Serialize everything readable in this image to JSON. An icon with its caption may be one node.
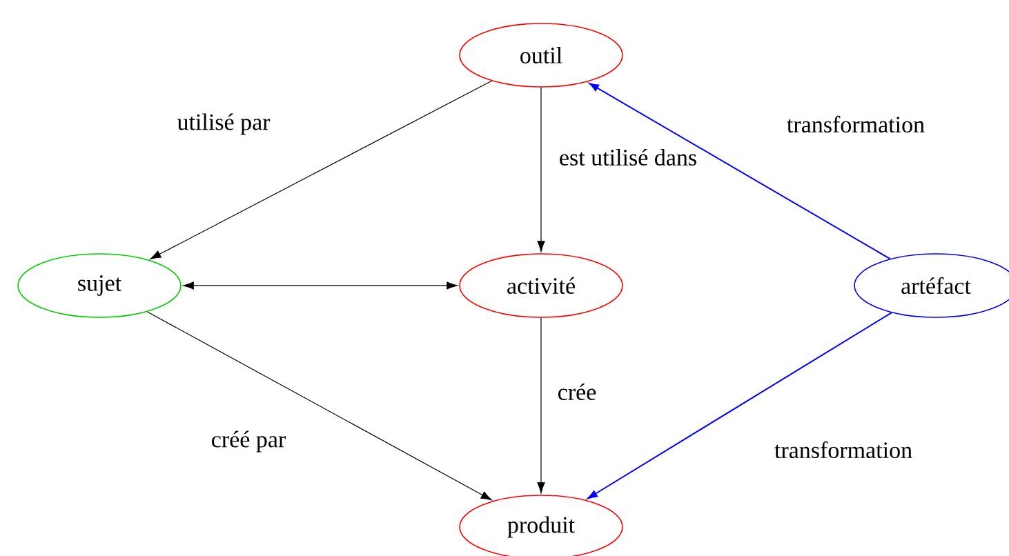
{
  "diagram": {
    "nodes": [
      {
        "text": [
          "outil"
        ]
      },
      {
        "text": [
          "sujet"
        ]
      },
      {
        "text": [
          "activité"
        ]
      },
      {
        "text": [
          "artéfact"
        ]
      },
      {
        "text": [
          "produit"
        ]
      }
    ],
    "edges": [
      {
        "from": 0,
        "to": 1,
        "arrow": "to",
        "label": "utilisé par"
      },
      {
        "from": 0,
        "to": 2,
        "arrow": "to",
        "label": "est utilisé dans"
      },
      {
        "from": 1,
        "to": 2,
        "arrow": "both"
      },
      {
        "from": 1,
        "to": 4,
        "arrow": "to",
        "label": "créé par"
      },
      {
        "from": 2,
        "to": 4,
        "arrow": "to",
        "label": "crée"
      },
      {
        "from": 3,
        "to": 0,
        "arrow": "to",
        "label": "transformation",
        "color": "#0000ff"
      },
      {
        "from": 3,
        "to": 4,
        "arrow": "to",
        "label": "transformation",
        "color": "#0000ff"
      }
    ]
  }
}
